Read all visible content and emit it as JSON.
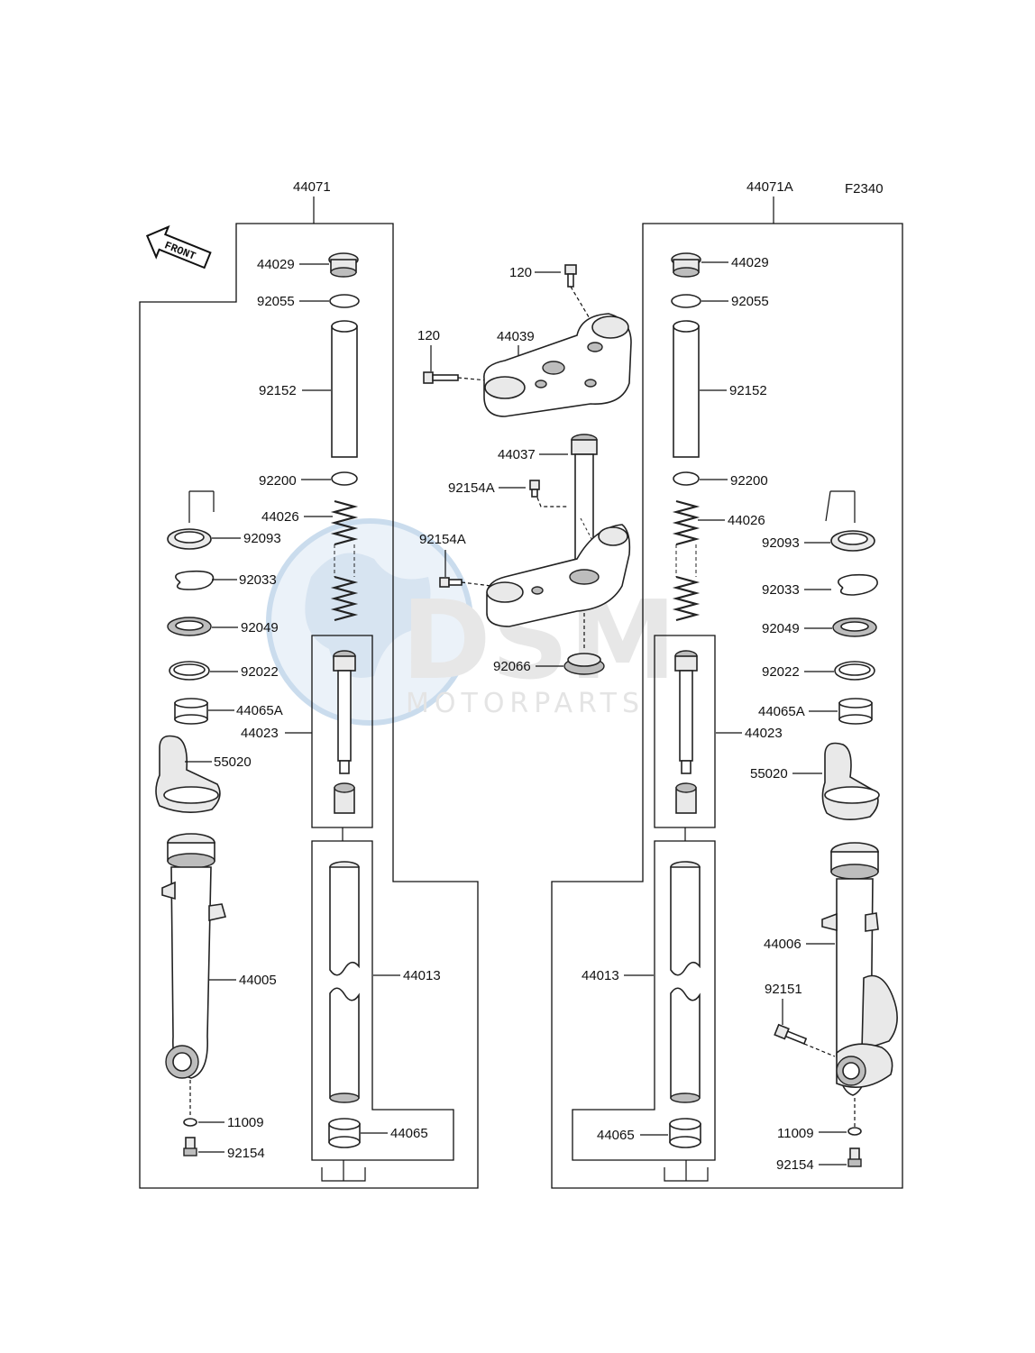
{
  "figure_code": "F2340",
  "front_label": "FRONT",
  "watermark": {
    "brand": "DSM",
    "sub": "MOTORPARTS"
  },
  "labels": {
    "asm_left": "44071",
    "asm_right": "44071A",
    "l_44029": "44029",
    "l_92055": "92055",
    "l_92152": "92152",
    "l_92200": "92200",
    "l_44026": "44026",
    "l_92093": "92093",
    "l_92033": "92033",
    "l_92049": "92049",
    "l_92022": "92022",
    "l_44065A": "44065A",
    "l_44023": "44023",
    "l_55020": "55020",
    "l_44005": "44005",
    "l_44013": "44013",
    "l_11009": "11009",
    "l_92154": "92154",
    "l_44065": "44065",
    "c_120a": "120",
    "c_120b": "120",
    "c_44039": "44039",
    "c_44037": "44037",
    "c_92154Aa": "92154A",
    "c_92154Ab": "92154A",
    "c_92066": "92066",
    "r_44029": "44029",
    "r_92055": "92055",
    "r_92152": "92152",
    "r_92200": "92200",
    "r_44026": "44026",
    "r_92093": "92093",
    "r_92033": "92033",
    "r_92049": "92049",
    "r_92022": "92022",
    "r_44065A": "44065A",
    "r_44023": "44023",
    "r_55020": "55020",
    "r_44006": "44006",
    "r_44013": "44013",
    "r_92151": "92151",
    "r_11009": "11009",
    "r_92154": "92154",
    "r_44065": "44065"
  }
}
